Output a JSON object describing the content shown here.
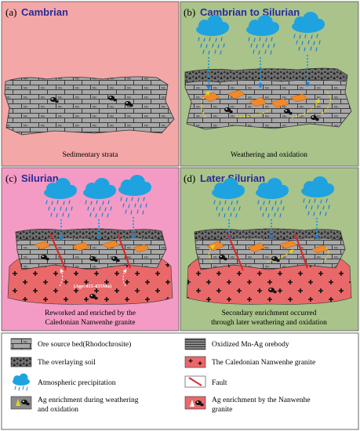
{
  "panels": {
    "a": {
      "tag": "(a)",
      "title": "Cambrian",
      "caption": [
        "Sedimentary strata"
      ],
      "bg": "#f4a7a7"
    },
    "b": {
      "tag": "(b)",
      "title": "Cambrian to Silurian",
      "caption": [
        "Weathering and oxidation"
      ],
      "bg": "#a9c38a"
    },
    "c": {
      "tag": "(c)",
      "title": "Silurian",
      "caption": [
        "Reworked and enriched by the",
        "Caledonian Nanwenhe granite"
      ],
      "age_label": "(Age:415-435Ma)",
      "bg": "#f39bc4"
    },
    "d": {
      "tag": "(d)",
      "title": "Later Silurian",
      "caption": [
        "Secondary enrichment occurred",
        "through later weathering and oxidation"
      ],
      "bg": "#a9c38a"
    }
  },
  "legend": {
    "items": [
      {
        "icon": "ore-source-bed-icon",
        "text": [
          "Ore source bed(Rhodochrosite)"
        ]
      },
      {
        "icon": "oxidized-orebody-icon",
        "text": [
          "Oxidized Mn-Ag orebody"
        ]
      },
      {
        "icon": "overlaying-soil-icon",
        "text": [
          "The overlaying soil"
        ]
      },
      {
        "icon": "granite-icon",
        "text": [
          "The Caledonian Nanwenhe granite"
        ]
      },
      {
        "icon": "precipitation-icon",
        "text": [
          "Atmospheric precipitation"
        ]
      },
      {
        "icon": "fault-icon",
        "text": [
          "Fault"
        ]
      },
      {
        "icon": "weathering-enrichment-icon",
        "text": [
          "Ag enrichment during weathering",
          "and oxidation"
        ]
      },
      {
        "icon": "granite-enrichment-icon",
        "text": [
          "Ag enrichment by the Nanwenhe",
          "granite"
        ]
      }
    ]
  },
  "colors": {
    "rock_gray": "#a8a8a8",
    "rock_line": "#3a3a3a",
    "soil": "#6e6e6e",
    "granite": "#e9686a",
    "cloud": "#1fa3e0",
    "rain": "#1f7fd0",
    "fault": "#d42a2a",
    "ore_orange": "#f0892a",
    "yellow_path": "#e4d51a",
    "title_blue": "#2a2a9a"
  }
}
